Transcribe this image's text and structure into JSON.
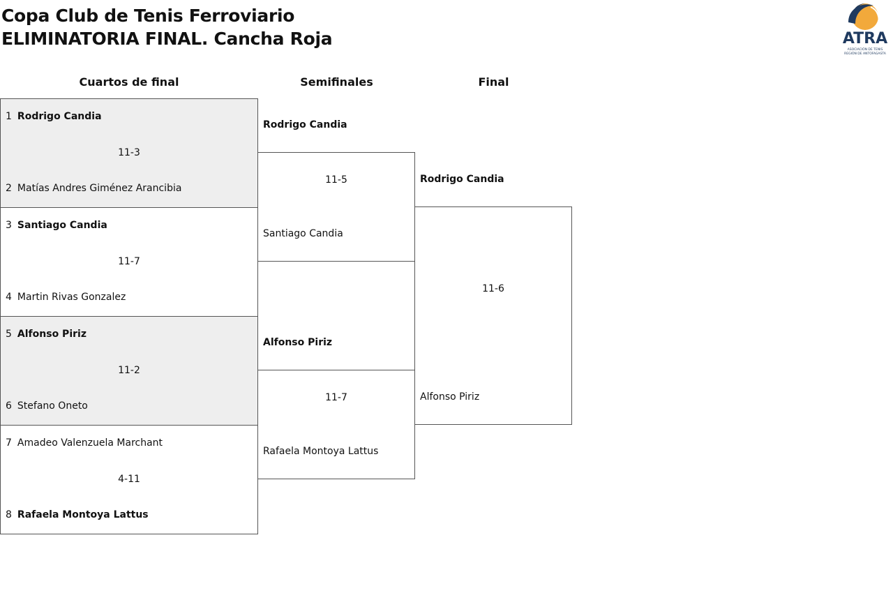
{
  "header": {
    "title_line1": "Copa Club de Tenis Ferroviario",
    "title_line2": "ELIMINATORIA FINAL. Cancha Roja",
    "logo_text": "ATRA",
    "logo_subtext": "ASOCIACIÓN DE TENIS REGIÓN DE ANTOFAGASTA"
  },
  "rounds": {
    "quarterfinals": "Cuartos de final",
    "semifinals": "Semifinales",
    "final": "Final"
  },
  "quarterfinals": [
    {
      "top_seed": "1",
      "top_name": "Rodrigo Candia",
      "top_win": true,
      "score": "11-3",
      "bottom_seed": "2",
      "bottom_name": "Matías Andres Giménez Arancibia",
      "bottom_win": false
    },
    {
      "top_seed": "3",
      "top_name": "Santiago Candia",
      "top_win": true,
      "score": "11-7",
      "bottom_seed": "4",
      "bottom_name": "Martin Rivas Gonzalez",
      "bottom_win": false
    },
    {
      "top_seed": "5",
      "top_name": "Alfonso Piriz",
      "top_win": true,
      "score": "11-2",
      "bottom_seed": "6",
      "bottom_name": "Stefano Oneto",
      "bottom_win": false
    },
    {
      "top_seed": "7",
      "top_name": "Amadeo Valenzuela Marchant",
      "top_win": false,
      "score": "4-11",
      "bottom_seed": "8",
      "bottom_name": "Rafaela Montoya Lattus",
      "bottom_win": true
    }
  ],
  "semifinals": [
    {
      "top_name": "Rodrigo Candia",
      "top_win": true,
      "score": "11-5",
      "bottom_name": "Santiago Candia",
      "bottom_win": false
    },
    {
      "top_name": "Alfonso Piriz",
      "top_win": true,
      "score": "11-7",
      "bottom_name": "Rafaela Montoya Lattus",
      "bottom_win": false
    }
  ],
  "final": {
    "top_name": "Rodrigo Candia",
    "top_win": true,
    "score": "11-6",
    "bottom_name": "Alfonso Piriz",
    "bottom_win": false
  },
  "colors": {
    "logo_navy": "#1f3a5f",
    "logo_orange": "#f2a93b",
    "shaded_row": "#eeeeee"
  }
}
